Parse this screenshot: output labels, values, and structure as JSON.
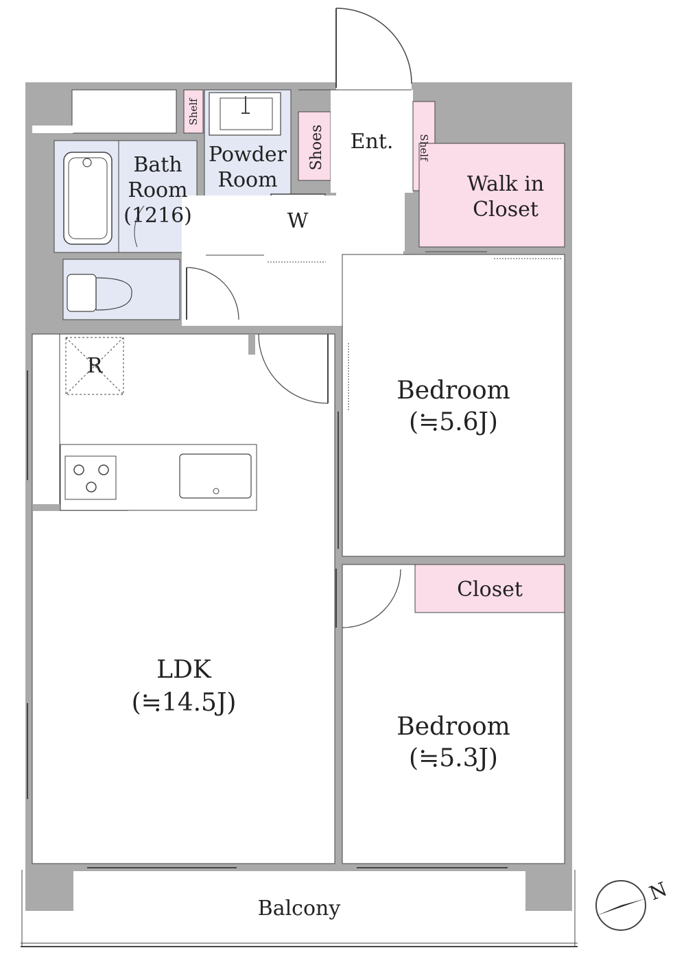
{
  "colors": {
    "wall": "#aaaaaa",
    "wet_area": "#e4e8f5",
    "storage": "#fbdce9",
    "floor": "#ffffff",
    "line": "#444444"
  },
  "rooms": {
    "bath": {
      "name": "Bath",
      "name2": "Room",
      "size": "(1216)"
    },
    "powder": {
      "name": "Powder",
      "name2": "Room"
    },
    "washer": {
      "label": "W"
    },
    "shoes": {
      "label": "Shoes"
    },
    "shelf_left": {
      "label": "Shelf"
    },
    "shelf_right": {
      "label": "Shelf"
    },
    "entrance": {
      "label": "Ent."
    },
    "walk_in_closet": {
      "name": "Walk in",
      "name2": "Closet"
    },
    "refrigerator": {
      "label": "R"
    },
    "bedroom_north": {
      "name": "Bedroom",
      "size": "(≒5.6J)"
    },
    "closet": {
      "label": "Closet"
    },
    "bedroom_south": {
      "name": "Bedroom",
      "size": "(≒5.3J)"
    },
    "ldk": {
      "name": "LDK",
      "size": "(≒14.5J)"
    },
    "balcony": {
      "label": "Balcony"
    }
  },
  "compass": {
    "label": "N"
  }
}
